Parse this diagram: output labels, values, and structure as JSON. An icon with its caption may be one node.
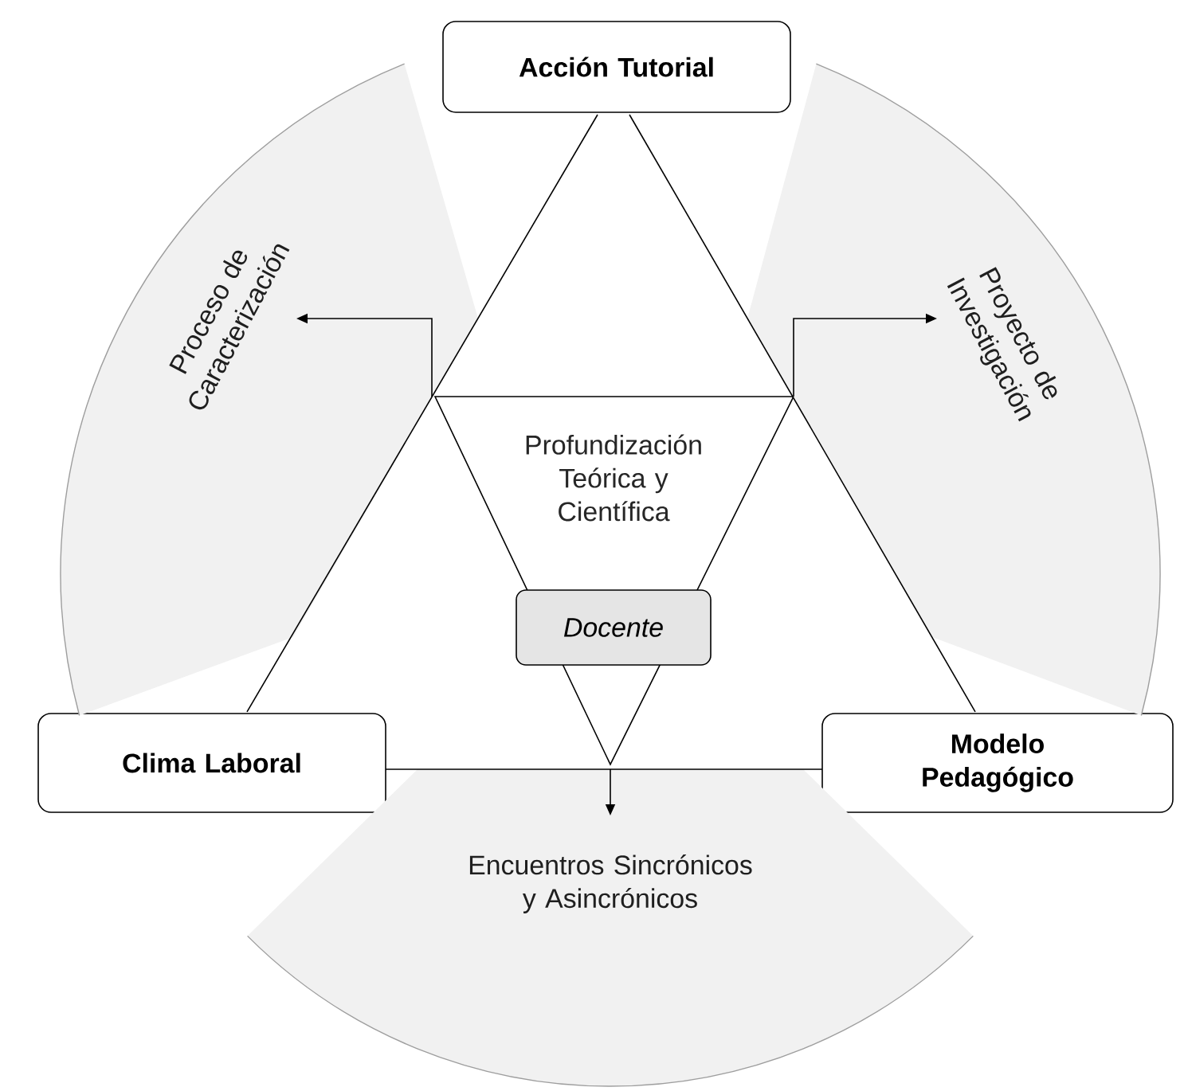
{
  "diagram": {
    "nodes": [
      {
        "text": [
          "Acción Tutorial"
        ]
      },
      {
        "text": [
          "Clima Laboral"
        ]
      },
      {
        "text": [
          "Modelo Pedagógico"
        ]
      },
      {
        "text": [
          "Profundización Teórica y Científica"
        ]
      },
      {
        "text": [
          "Docente"
        ],
        "in": 3
      },
      {
        "text": [
          "Proceso de Caracterización"
        ]
      },
      {
        "text": [
          "Proyecto de Investigación"
        ]
      },
      {
        "text": [
          "Encuentros Sincrónicos y Asincrónicos"
        ]
      }
    ],
    "edges": [
      {
        "from": 0,
        "to": 1,
        "arrow": "none"
      },
      {
        "from": 0,
        "to": 2,
        "arrow": "none"
      },
      {
        "from": 1,
        "to": 2,
        "arrow": "none"
      },
      {
        "from": 3,
        "to": 5,
        "arrow": "to"
      },
      {
        "from": 3,
        "to": 6,
        "arrow": "to"
      },
      {
        "from": 3,
        "to": 7,
        "arrow": "to"
      }
    ]
  }
}
